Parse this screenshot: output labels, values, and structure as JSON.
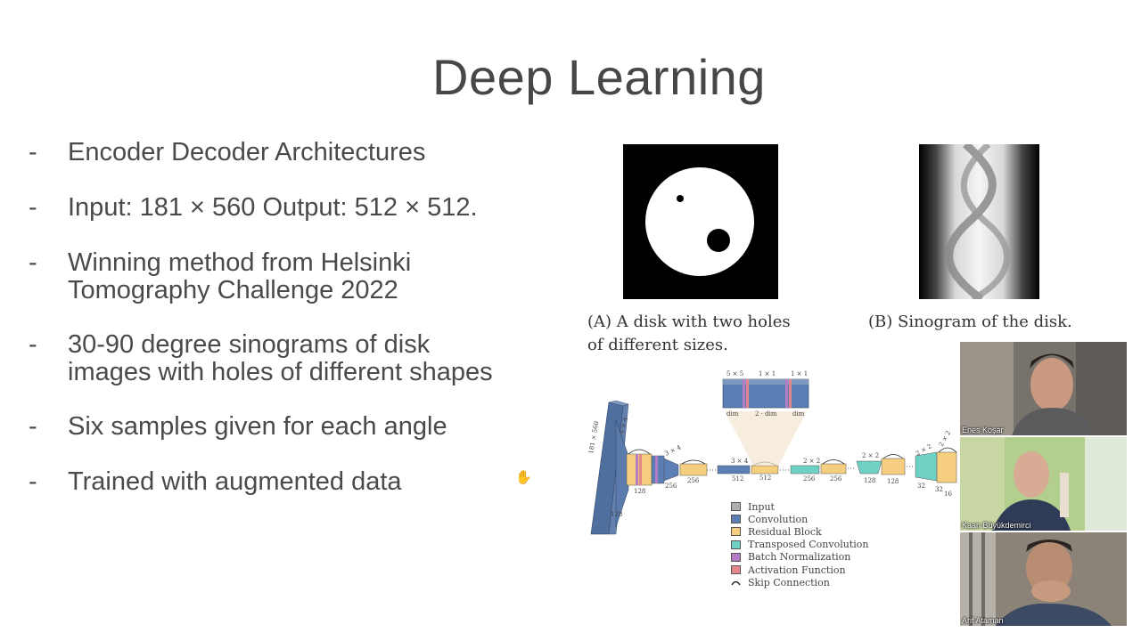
{
  "slide": {
    "title": "Deep Learning",
    "bullets": [
      {
        "dash": "-",
        "text": "Encoder Decoder Architectures"
      },
      {
        "dash": "-",
        "text": "Input: 181 × 560 Output: 512 × 512."
      },
      {
        "dash": "-",
        "text": "Winning method from Helsinki\nTomography Challenge 2022"
      },
      {
        "dash": "-",
        "text": "30-90 degree sinograms of disk\nimages with holes of different shapes"
      },
      {
        "dash": "-",
        "text": "Six samples given for each angle"
      },
      {
        "dash": "-",
        "text": "Trained with augmented data"
      }
    ]
  },
  "figures": {
    "caption_a": "(A) A disk with two holes\n    of different sizes.",
    "caption_b": "(B) Sinogram of the disk."
  },
  "architecture": {
    "input_dims": "181 × 560",
    "labels": {
      "k4x4": "4 × 4",
      "d128a": "128",
      "d128b": "128",
      "d256a": "256",
      "k3x4a": "3 × 4",
      "d256b": "256",
      "k3x4b": "3 × 4",
      "d512a": "512",
      "d512b": "512",
      "k5x5": "5 × 5",
      "k1x1a": "1 × 1",
      "k1x1b": "1 × 1",
      "dim_left": "dim",
      "dim_mid": "2 · dim",
      "dim_right": "dim",
      "k2x2a": "2 × 2",
      "d256c": "256",
      "d256d": "256",
      "k2x2b": "2 × 2",
      "d128c": "128",
      "d128d": "128",
      "k2x2c": "2 × 2",
      "k2x2d": "2 × 2",
      "d32a": "32",
      "d32b": "32",
      "d16": "16"
    },
    "legend": [
      {
        "label": "Input",
        "color": "#b0b0b0"
      },
      {
        "label": "Convolution",
        "color": "#5b7fb4"
      },
      {
        "label": "Residual Block",
        "color": "#f5cf7f"
      },
      {
        "label": "Transposed Convolution",
        "color": "#6fd1c3"
      },
      {
        "label": "Batch Normalization",
        "color": "#b37cc4"
      },
      {
        "label": "Activation Function",
        "color": "#e3868c"
      },
      {
        "label": "Skip Connection",
        "color": ""
      }
    ]
  },
  "participants": [
    {
      "name": "Enes Koşar"
    },
    {
      "name": "Kaan Büyükdemirci"
    },
    {
      "name": "Arif Ataman"
    }
  ]
}
